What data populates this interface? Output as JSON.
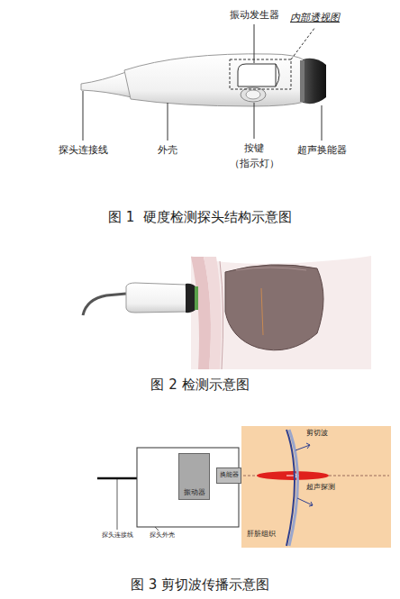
{
  "diagram": {
    "nodes": [
      {
        "text": [
          "振动器"
        ]
      },
      {
        "text": [
          "换能器"
        ]
      },
      {
        "text": [
          "剪切波",
          "超声探测",
          "肝脏组织"
        ]
      }
    ],
    "labels": [
      "振动发生器",
      "内部透视图",
      "探头连接线",
      "外壳",
      "按键",
      "（指示灯）",
      "超声换能器",
      "图 1  硬度检测探头结构示意图",
      "图 2 检测示意图",
      "探头连接线",
      "探头外壳",
      "图 3 剪切波传播示意图"
    ]
  }
}
